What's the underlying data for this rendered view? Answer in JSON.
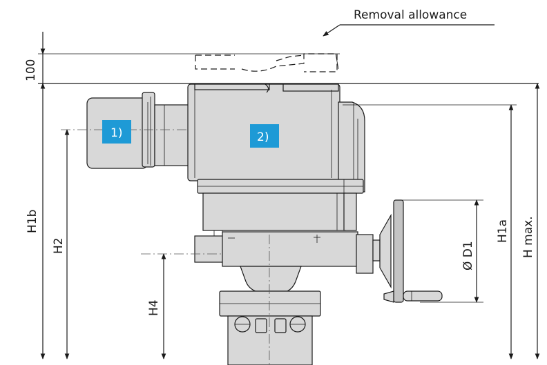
{
  "annotation": {
    "removal_allowance": "Removal allowance"
  },
  "dimensions": {
    "d100": "100",
    "h1b": "H1b",
    "h2": "H2",
    "h4": "H4",
    "d1": "Ø D1",
    "h1a": "H1a",
    "hmax": "H max."
  },
  "callouts": {
    "c1": "1)",
    "c2": "2)"
  },
  "colors": {
    "callout": "#1e9ad6",
    "body": "#d8d8d8",
    "line": "#1a1a1a"
  }
}
